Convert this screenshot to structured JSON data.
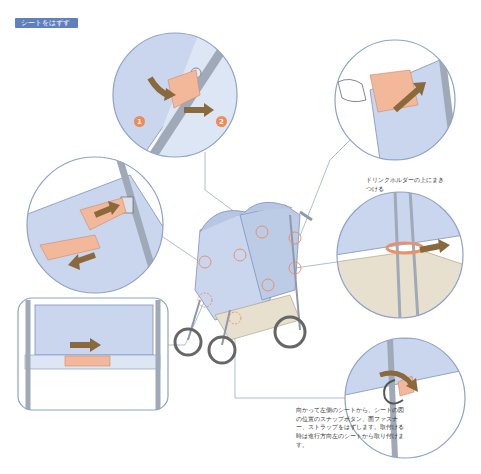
{
  "diagram": {
    "title": "シートをはずす",
    "nodes": [
      {
        "text": [
          "1"
        ]
      },
      {
        "text": [
          "2"
        ]
      }
    ],
    "labels": [
      "ドリンクホルダーの上にまきつける",
      "向かって左側のシートから、シートの図の位置のスナップボタン、面ファスナー、ストラップをはずします。取付ける時は進行方向左のシートから取り付けます。"
    ]
  }
}
